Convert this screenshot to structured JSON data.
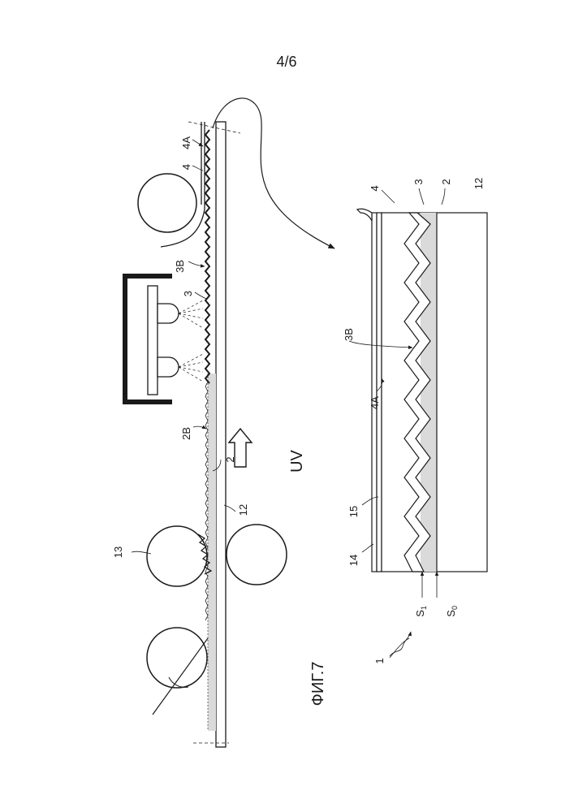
{
  "page_number": "4/6",
  "figure_title": "ФИГ.7",
  "uv_label": "UV",
  "process_labels": {
    "l13": "13",
    "l12": "12",
    "l2": "2",
    "l2B": "2B",
    "l3": "3",
    "l3B": "3B",
    "l4": "4",
    "l4A": "4A"
  },
  "detail_labels": {
    "l4": "4",
    "l3": "3",
    "l2": "2",
    "l12": "12",
    "l3B": "3B",
    "l4A": "4A",
    "l15": "15",
    "l14": "14",
    "s1_base": "S",
    "s1_sub": "1",
    "s0_base": "S",
    "s0_sub": "0",
    "l1": "1"
  },
  "colors": {
    "ink": "#1a1a1a",
    "coating": "#dadada",
    "sprayhead": "#ffffff"
  }
}
